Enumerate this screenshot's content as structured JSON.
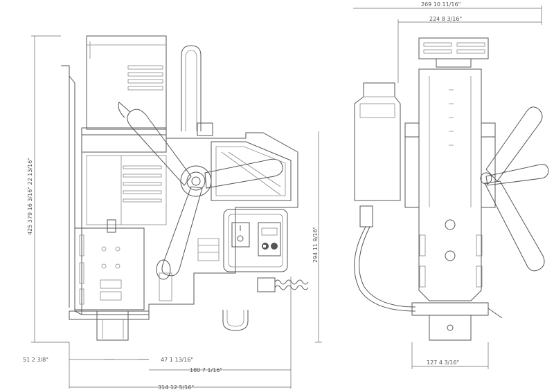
{
  "dimensions": {
    "overall_height": "425  379  16 3/16\"  22 13/16\"",
    "top_width_right": "269  10  11/16\"",
    "top_inner_right": "224  8  3/16\"",
    "switch_height": "294  11  9/16\"",
    "base_offset_left": "51  2  3/8\"",
    "width_47": "47  1  13/16\"",
    "width_180": "180  7  1/16\"",
    "overall_width": "314  12  5/16\"",
    "base_width_right": "127  4  3/16\""
  },
  "colors": {
    "line": "#555555",
    "background": "#ffffff"
  }
}
